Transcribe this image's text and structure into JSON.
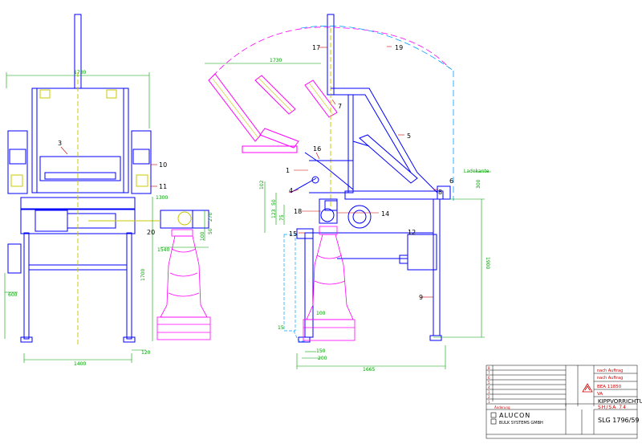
{
  "drawing": {
    "front_view": {
      "dims": {
        "width_top": "1730",
        "width_bottom": "1400",
        "offset_left": "600",
        "offset_right": "120",
        "height": "1700"
      },
      "part_labels": {
        "p3": "3",
        "p10": "10",
        "p11": "11"
      }
    },
    "side_view": {
      "dims": {
        "top_width": "1730",
        "bottom_width": "1665",
        "height_right": "1900",
        "d_1300": "1300",
        "d_1540": "1540",
        "d_150": "150",
        "d_200": "200",
        "d_100": "100",
        "d_15": "15",
        "d_270": "270",
        "d_50": "50",
        "d_100b": "100",
        "d_350": "350",
        "d_300": "300",
        "d_102": "102",
        "d_123": "123",
        "d_75": "75"
      },
      "edge_label": "Ladekante",
      "part_labels": {
        "p1": "1",
        "p4": "4",
        "p5": "5",
        "p6": "6",
        "p7": "7",
        "p8": "8",
        "p9": "9",
        "p12": "12",
        "p14": "14",
        "p15": "15",
        "p16": "16",
        "p17": "17",
        "p18": "18",
        "p19": "19",
        "p20": "20"
      }
    }
  },
  "title_block": {
    "revision_rows": [
      {
        "index": "8",
        "text": "nach Auftrag"
      },
      {
        "index": "7",
        "text": "nach Auftrag"
      },
      {
        "index": "6",
        "text": ""
      },
      {
        "index": "5",
        "text": ""
      },
      {
        "index": "4",
        "text": ""
      },
      {
        "index": "3",
        "text": ""
      },
      {
        "index": "2",
        "text": ""
      },
      {
        "index": "1",
        "text": ""
      }
    ],
    "drawing_no_ref": "BEA 11850",
    "material": "VA",
    "title": "KIPPVORRICHTUNG",
    "subtitle": "SH/SA 74",
    "company_line1": "ALUCON",
    "company_line2": "BULK SYSTEMS GMBH",
    "drawing_number": "SLG 1796/59",
    "change_header": "Änderung"
  },
  "colors": {
    "outline": "#0000ff",
    "hidden": "#00a0ff",
    "dimension": "#00a000",
    "centerline": "#c8c800",
    "tilted": "#ff00ff",
    "text": "#cc0000"
  }
}
